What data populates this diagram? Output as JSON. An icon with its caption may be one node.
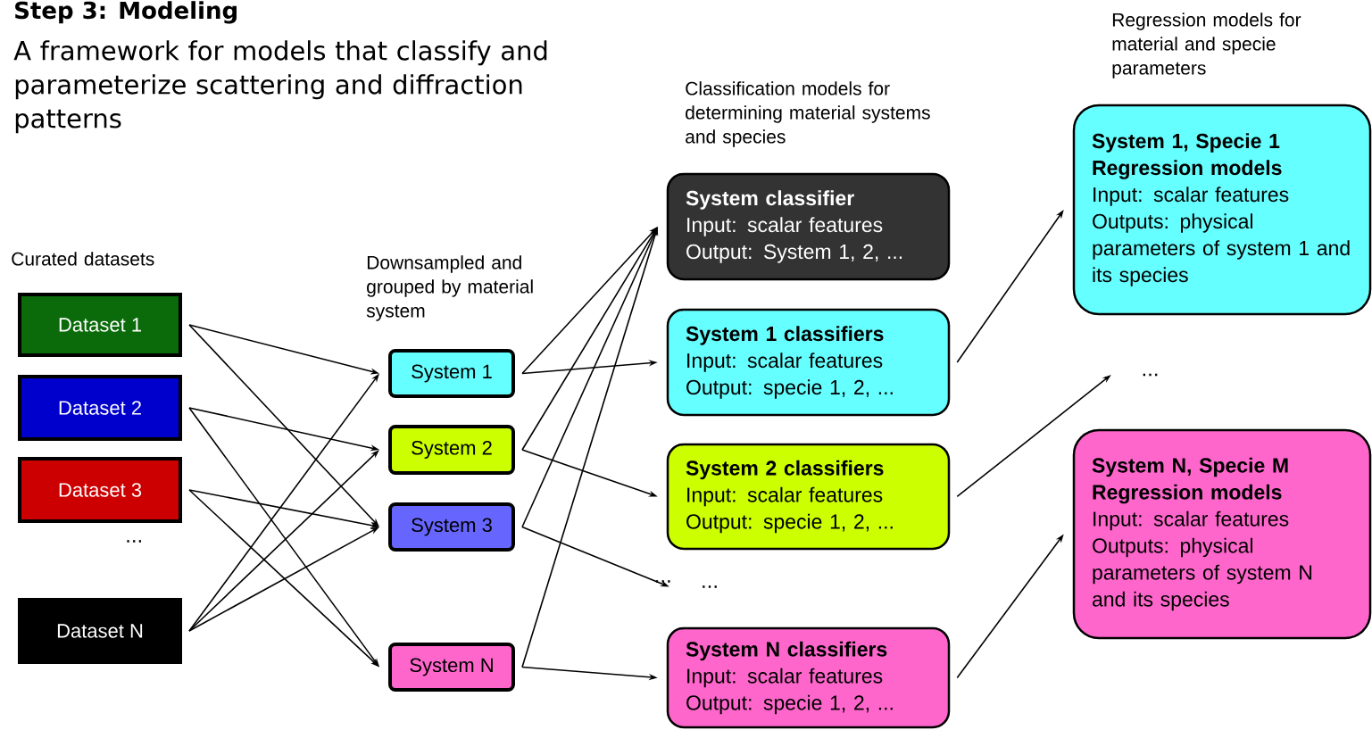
{
  "diagram": {
    "title": "Step 3: Modeling",
    "nodes": [
      {
        "text": [
          "Dataset 1"
        ]
      },
      {
        "text": [
          "Dataset 2"
        ]
      },
      {
        "text": [
          "Dataset 3"
        ]
      },
      {
        "text": [
          "Dataset N"
        ]
      },
      {
        "text": [
          "System 1"
        ]
      },
      {
        "text": [
          "System 2"
        ]
      },
      {
        "text": [
          "System 3"
        ]
      },
      {
        "text": [
          "System N"
        ]
      },
      {
        "text": [
          "System classifier",
          "Input: scalar features",
          "Output: System 1, 2, ..."
        ]
      },
      {
        "text": [
          "System 1 classifiers",
          "Input: scalar features",
          "Output: specie 1, 2, ..."
        ]
      },
      {
        "text": [
          "System 2 classifiers",
          "Input: scalar features",
          "Output: specie 1, 2, ..."
        ]
      },
      {
        "text": [
          "..."
        ]
      },
      {
        "text": [
          "System N classifiers",
          "Input: scalar features",
          "Output: specie 1, 2, ..."
        ]
      },
      {
        "text": [
          "System 1, Specie 1 Regression models",
          "Input: scalar features",
          "Outputs: physical parameters of system 1 and its species"
        ]
      },
      {
        "text": [
          "..."
        ]
      },
      {
        "text": [
          "System N, Specie M Regression models",
          "Input: scalar features",
          "Outputs: physical parameters of system N and its species"
        ]
      }
    ],
    "edges": [
      {
        "from": 0,
        "to": 4,
        "arrow": "to"
      },
      {
        "from": 0,
        "to": 6,
        "arrow": "to"
      },
      {
        "from": 1,
        "to": 5,
        "arrow": "to"
      },
      {
        "from": 1,
        "to": 7,
        "arrow": "to"
      },
      {
        "from": 2,
        "to": 6,
        "arrow": "to"
      },
      {
        "from": 2,
        "to": 7,
        "arrow": "to"
      },
      {
        "from": 3,
        "to": 4,
        "arrow": "to"
      },
      {
        "from": 3,
        "to": 5,
        "arrow": "to"
      },
      {
        "from": 3,
        "to": 6,
        "arrow": "to"
      },
      {
        "from": 4,
        "to": 8,
        "arrow": "to"
      },
      {
        "from": 4,
        "to": 9,
        "arrow": "to"
      },
      {
        "from": 5,
        "to": 8,
        "arrow": "to"
      },
      {
        "from": 5,
        "to": 10,
        "arrow": "to"
      },
      {
        "from": 6,
        "to": 8,
        "arrow": "to"
      },
      {
        "from": 6,
        "to": 11,
        "arrow": "to"
      },
      {
        "from": 7,
        "to": 8,
        "arrow": "to"
      },
      {
        "from": 7,
        "to": 12,
        "arrow": "to"
      },
      {
        "from": 9,
        "to": 13,
        "arrow": "to"
      },
      {
        "from": 10,
        "to": 14,
        "arrow": "to"
      },
      {
        "from": 12,
        "to": 15,
        "arrow": "to"
      }
    ],
    "labels": [
      "A framework for models that classify and parameterize scattering and diffraction patterns",
      "Curated datasets",
      "...",
      "Downsampled and grouped by material system",
      "...",
      "Classification models for determining material systems and species",
      "Regression models for material and specie parameters"
    ]
  }
}
